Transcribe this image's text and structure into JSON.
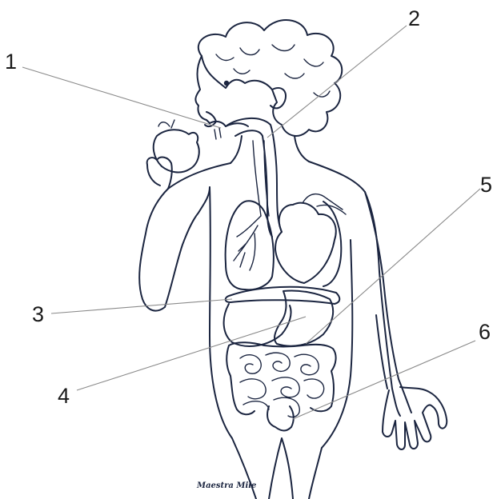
{
  "labels": {
    "l1": "1",
    "l2": "2",
    "l3": "3",
    "l4": "4",
    "l5": "5",
    "l6": "6"
  },
  "signature": "Maestra Mile"
}
